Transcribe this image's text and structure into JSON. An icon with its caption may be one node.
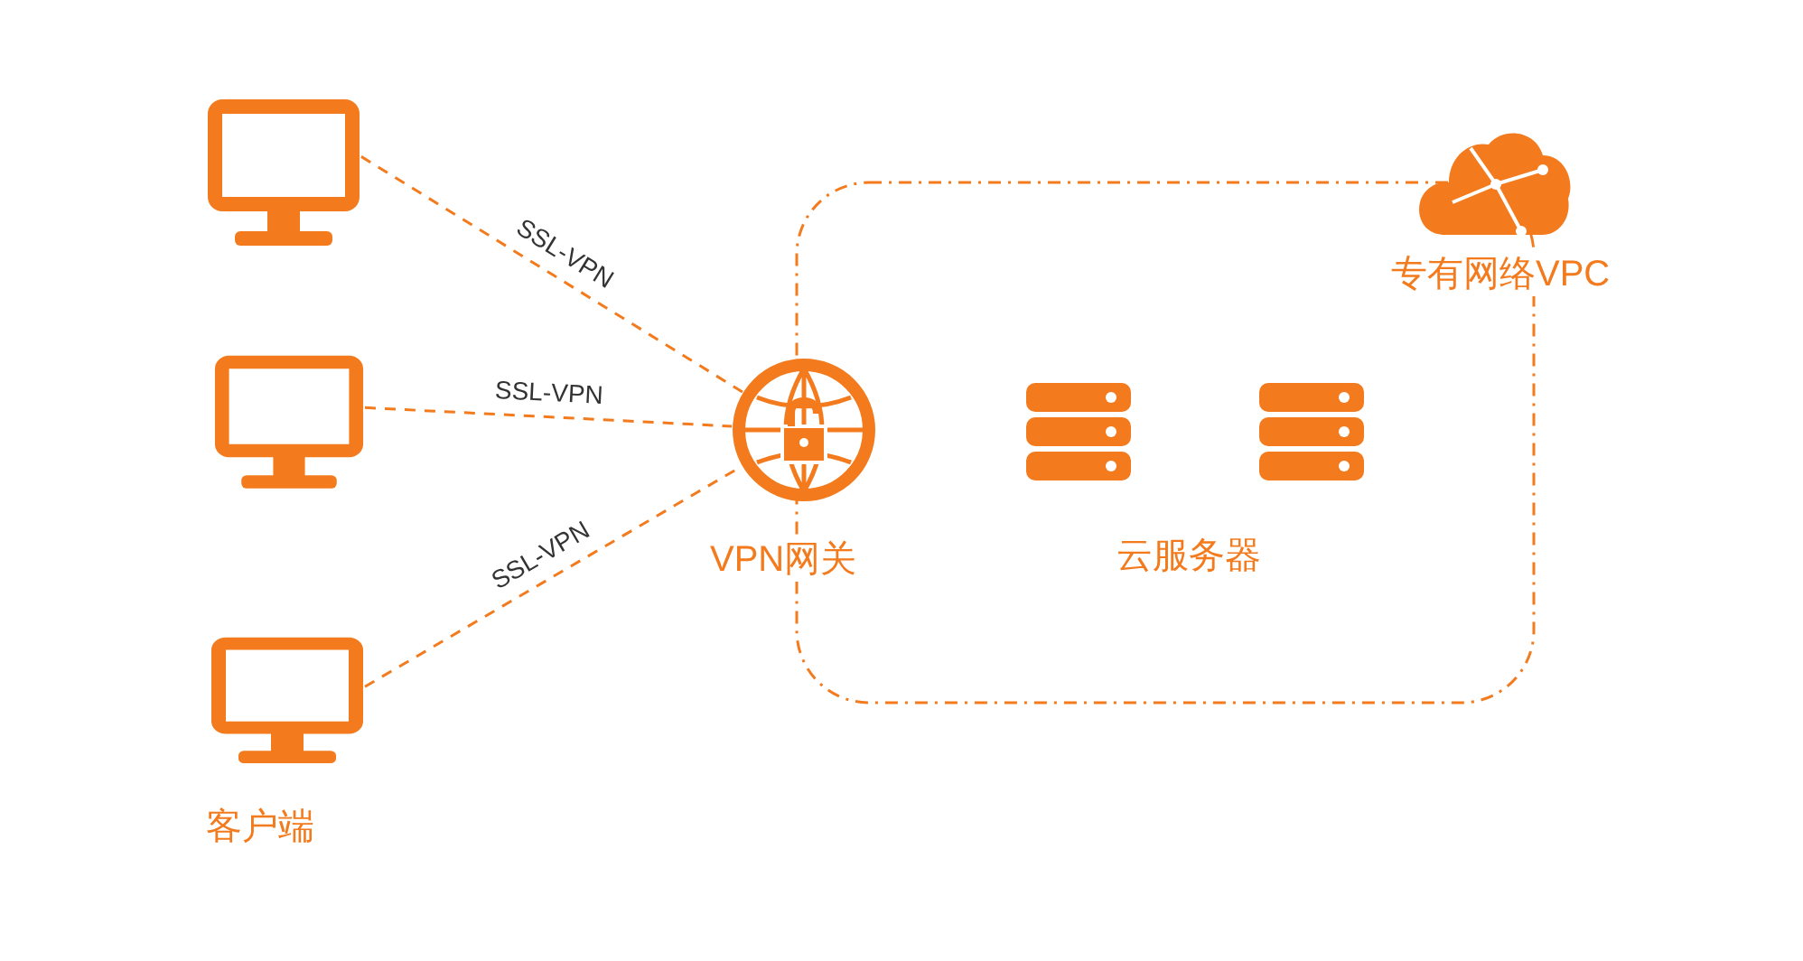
{
  "diagram": {
    "nodes": [
      {
        "text": [
          "专有网络VPC"
        ]
      },
      {
        "text": [],
        "shape": "box"
      },
      {
        "text": [],
        "shape": "box"
      },
      {
        "text": [],
        "shape": "box"
      },
      {
        "text": [
          "VPN网关"
        ]
      },
      {
        "text": [
          "云服务器"
        ],
        "in": 0
      }
    ],
    "edges": [
      {
        "from": 1,
        "to": 4,
        "arrow": "none",
        "label": "SSL-VPN",
        "style": "dashed"
      },
      {
        "from": 2,
        "to": 4,
        "arrow": "none",
        "label": "SSL-VPN",
        "style": "dashed"
      },
      {
        "from": 3,
        "to": 4,
        "arrow": "none",
        "label": "SSL-VPN",
        "style": "dashed"
      }
    ],
    "labels": [
      "客户端"
    ]
  }
}
